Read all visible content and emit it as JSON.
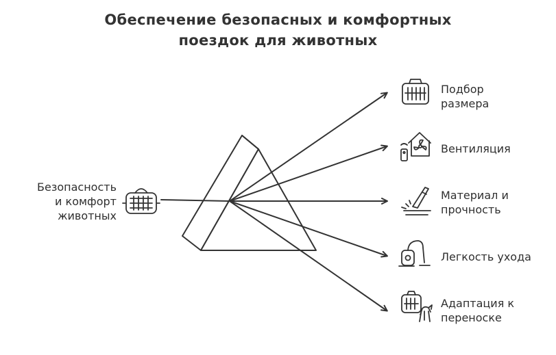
{
  "title": {
    "line1": "Обеспечение безопасных и комфортных",
    "line2": "поездок для животных"
  },
  "source": {
    "line1": "Безопасность",
    "line2": "и комфорт",
    "line3": "животных",
    "icon": "pet-carrier-icon"
  },
  "outputs": [
    {
      "line1": "Подбор",
      "line2": "размера",
      "icon": "carrier-size-icon"
    },
    {
      "line1": "Вентиляция",
      "line2": "",
      "icon": "ventilation-fan-icon"
    },
    {
      "line1": "Материал и",
      "line2": "прочность",
      "icon": "knife-material-icon"
    },
    {
      "line1": "Легкость ухода",
      "line2": "",
      "icon": "vacuum-cleaner-icon"
    },
    {
      "line1": "Адаптация к",
      "line2": "переноске",
      "icon": "pet-with-carrier-icon"
    }
  ],
  "colors": {
    "stroke": "#333333",
    "text": "#2f2f2f"
  }
}
